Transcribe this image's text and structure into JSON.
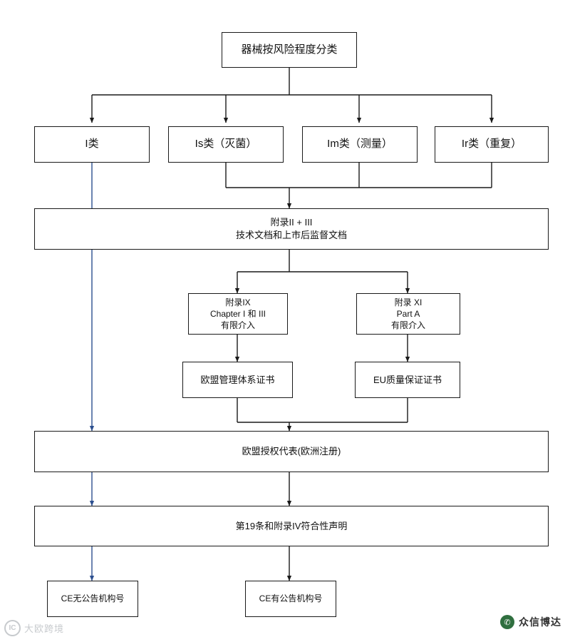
{
  "diagram": {
    "title": "器械按风险程度分类",
    "nodes": [
      {
        "id": "root",
        "label": "器械按风险程度分类"
      },
      {
        "id": "class_i",
        "label": "I类"
      },
      {
        "id": "class_is",
        "label": "Is类（灭菌）"
      },
      {
        "id": "class_im",
        "label": "Im类（测量）"
      },
      {
        "id": "class_ir",
        "label": "Ir类（重复）"
      },
      {
        "id": "annex_2_3",
        "label": "附录II + III\n技术文档和上市后监督文档"
      },
      {
        "id": "annex_ix",
        "label": "附录IX\nChapter I 和 III\n有限介入"
      },
      {
        "id": "annex_xi",
        "label": "附录 XI\nPart A\n有限介入"
      },
      {
        "id": "cert_qms",
        "label": "欧盟管理体系证书"
      },
      {
        "id": "cert_eu_qa",
        "label": "EU质量保证证书"
      },
      {
        "id": "eu_rep",
        "label": "欧盟授权代表(欧洲注册)"
      },
      {
        "id": "declaration",
        "label": "第19条和附录IV符合性声明"
      },
      {
        "id": "ce_no_nb",
        "label": "CE无公告机构号"
      },
      {
        "id": "ce_with_nb",
        "label": "CE有公告机构号"
      }
    ]
  },
  "watermarks": {
    "left": {
      "mark": "IC",
      "text": "大欧跨境"
    },
    "right": {
      "badge": "✆",
      "text": "众信博达"
    }
  },
  "colors": {
    "stroke": "#1a1a1a",
    "blue_path": "#2c4f8f",
    "node_fill": "#ffffff",
    "watermark_gray": "#9aa0a6",
    "badge_green": "#2f6f3f"
  }
}
